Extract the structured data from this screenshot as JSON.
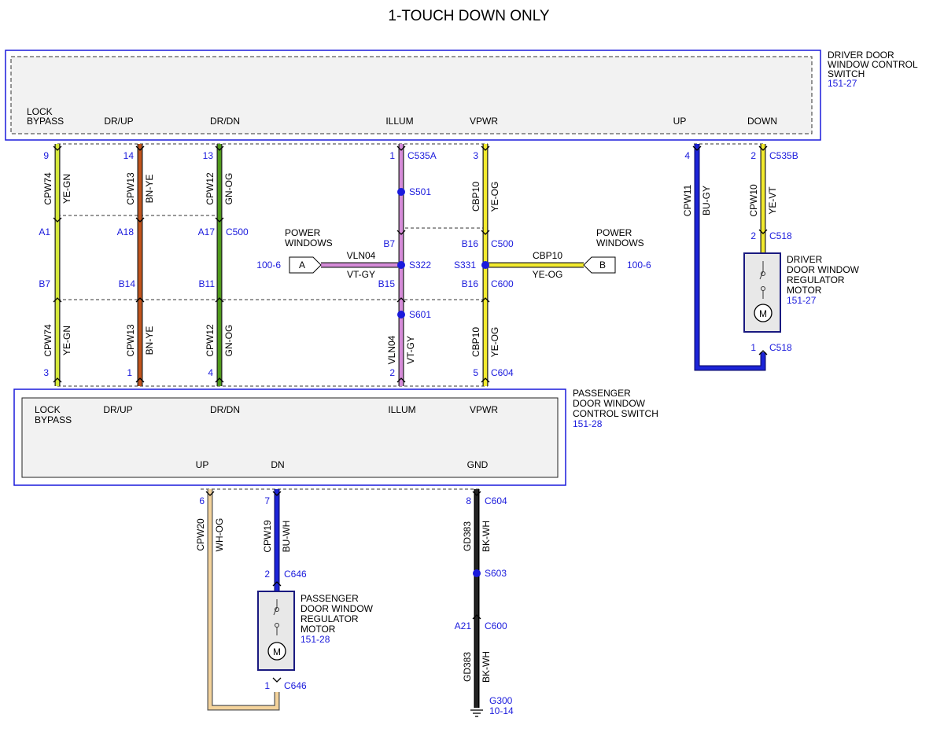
{
  "title": "1-TOUCH DOWN ONLY",
  "colors": {
    "YE-GN": "#d5e83a",
    "BN-YE": "#c2541b",
    "GN-OG": "#4f9a1a",
    "VT-GY": "#d58bd8",
    "YE-OG": "#f2ea2e",
    "BU-GY": "#1c24d8",
    "YE-VT": "#f2ea2e",
    "WH-OG": "#f4d39b",
    "BU-WH": "#1c24d8",
    "BK-WH": "#111111",
    "box": "#1a1adc",
    "ref": "#1a1adc"
  },
  "icons": {
    "motor": "motor-icon",
    "ground": "ground-icon",
    "splice": "splice-dot-icon",
    "connector": "connector-arrow-icon"
  },
  "driver_switch": {
    "name": [
      "DRIVER DOOR",
      "WINDOW CONTROL",
      "SWITCH"
    ],
    "ref": "151-27",
    "pins": [
      "LOCK",
      "BYPASS",
      "DR/UP",
      "DR/DN",
      "ILLUM",
      "VPWR",
      "UP",
      "DOWN"
    ]
  },
  "passenger_switch": {
    "name": [
      "PASSENGER",
      "DOOR WINDOW",
      "CONTROL SWITCH"
    ],
    "ref": "151-28",
    "pins": [
      "LOCK",
      "BYPASS",
      "DR/UP",
      "DR/DN",
      "ILLUM",
      "VPWR",
      "UP",
      "DN",
      "GND"
    ]
  },
  "driver_motor": {
    "name": [
      "DRIVER",
      "DOOR WINDOW",
      "REGULATOR",
      "MOTOR"
    ],
    "ref": "151-27"
  },
  "passenger_motor": {
    "name": [
      "PASSENGER",
      "DOOR WINDOW",
      "REGULATOR",
      "MOTOR"
    ],
    "ref": "151-28"
  },
  "wires": {
    "w1": [
      "CPW74",
      "YE-GN"
    ],
    "w2": [
      "CPW13",
      "BN-YE"
    ],
    "w3": [
      "CPW12",
      "GN-OG"
    ],
    "w4": [
      "CBP10",
      "YE-OG"
    ],
    "w5": [
      "CPW11",
      "BU-GY"
    ],
    "w6": [
      "CPW10",
      "YE-VT"
    ],
    "w7": [
      "VLN04",
      "VT-GY"
    ],
    "w8": [
      "CBP10",
      "YE-OG"
    ],
    "w9": [
      "CPW20",
      "WH-OG"
    ],
    "w10": [
      "CPW19",
      "BU-WH"
    ],
    "w11": [
      "GD383",
      "BK-WH"
    ]
  },
  "pins": [
    "9",
    "14",
    "13",
    "1",
    "3",
    "4",
    "2",
    "A1",
    "A18",
    "A17",
    "B7",
    "B14",
    "B11",
    "B16",
    "B15",
    "6",
    "7",
    "8",
    "5",
    "A21"
  ],
  "connectors": [
    "C535A",
    "C535B",
    "C518",
    "C500",
    "C600",
    "C604",
    "C646",
    "G300"
  ],
  "splices": [
    "S501",
    "S322",
    "S331",
    "S601",
    "S603"
  ],
  "offpage": {
    "a": {
      "letter": "A",
      "label": [
        "POWER",
        "WINDOWS"
      ],
      "ref": "100-6",
      "wire": "VLN04",
      "color": "VT-GY"
    },
    "b": {
      "letter": "B",
      "label": [
        "POWER",
        "WINDOWS"
      ],
      "ref": "100-6",
      "wire": "CBP10",
      "color": "YE-OG"
    }
  },
  "ground": {
    "id": "G300",
    "ref": "10-14"
  },
  "motor_letter": "M"
}
